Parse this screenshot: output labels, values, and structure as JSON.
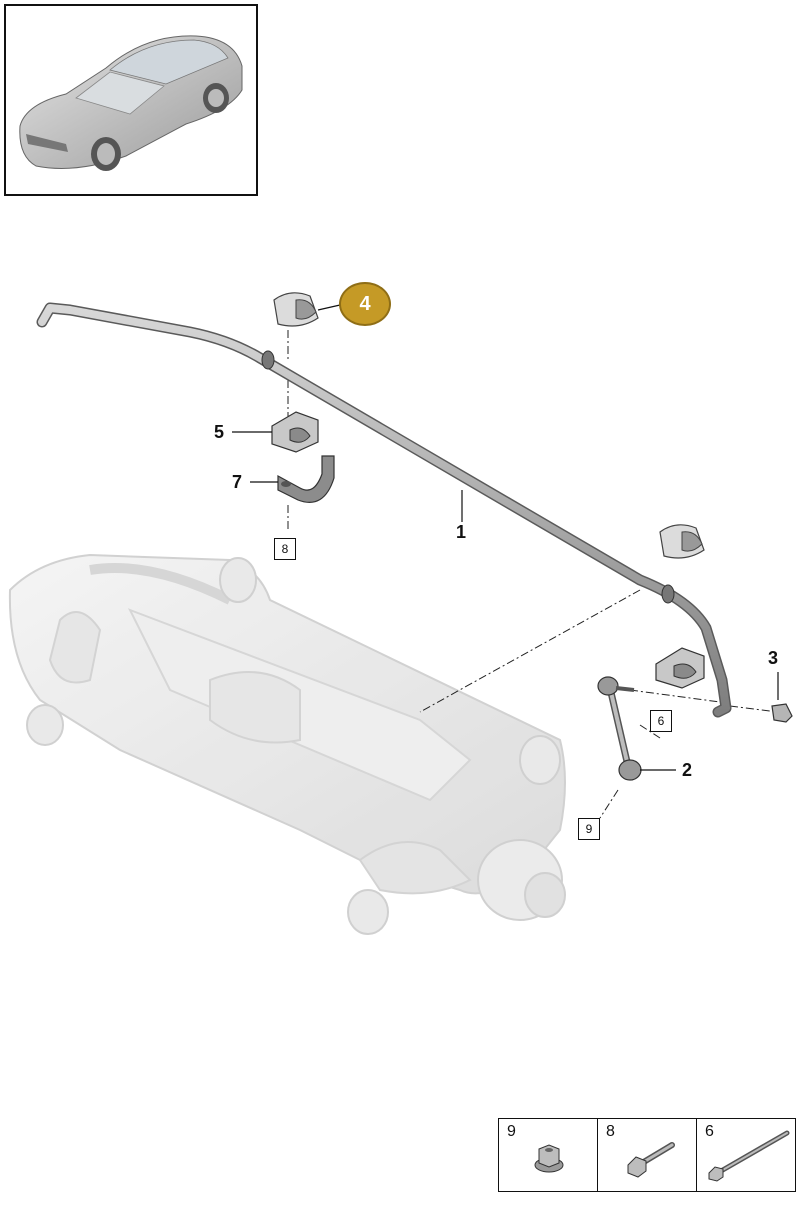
{
  "diagram": {
    "highlighted_part": "4",
    "callouts": [
      "1",
      "2",
      "3",
      "4",
      "5",
      "7"
    ],
    "boxed_refs": [
      "8",
      "6",
      "9"
    ]
  },
  "legend": {
    "items": [
      "9",
      "8",
      "6"
    ]
  }
}
